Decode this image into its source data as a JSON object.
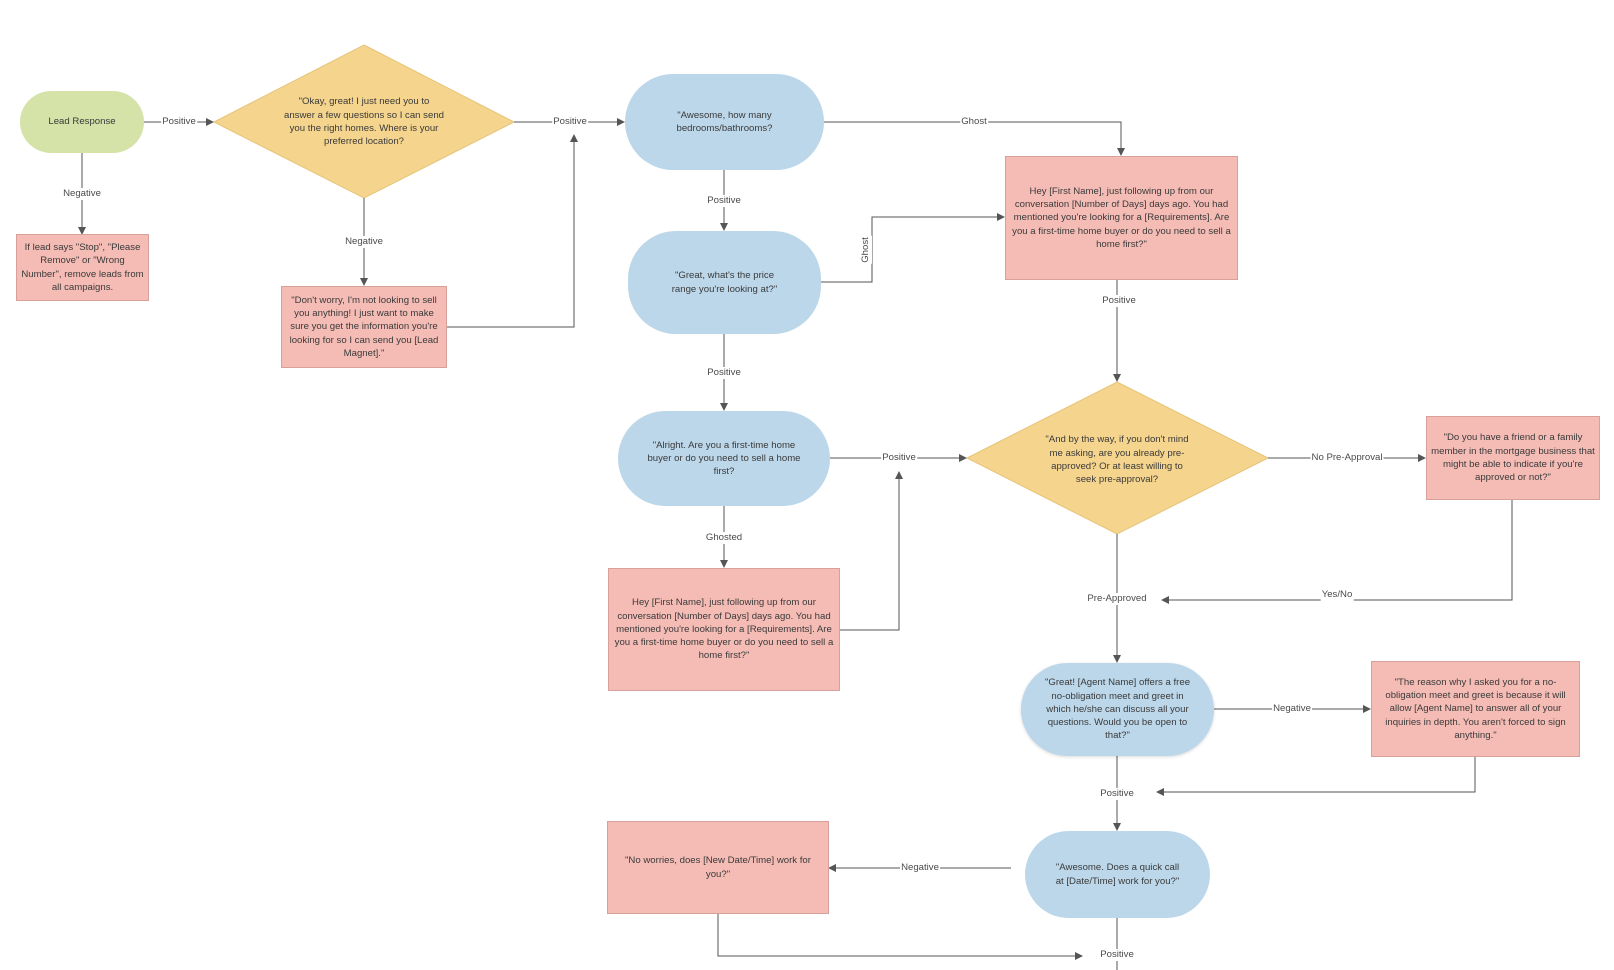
{
  "nodes": {
    "lead_response": "Lead Response",
    "stop_remove": "If lead says \"Stop\", \"Please Remove\" or \"Wrong Number\", remove leads from all campaigns.",
    "preferred_location": "\"Okay, great! I just need you to answer a few questions so I can send you the right homes. Where is your preferred location?",
    "dont_worry": "\"Don't worry, I'm not looking to sell you anything! I just want to make sure you get the information you're looking for so I can send you [Lead Magnet].\"",
    "bedrooms": "\"Awesome, how many bedrooms/bathrooms?",
    "price_range": "\"Great, what's the price range you're looking at?\"",
    "first_time_buyer": "\"Alright. Are you a first-time home buyer or do you need to sell a home first?",
    "follow_up_top": "Hey [First Name], just following up from our conversation [Number of Days] days ago. You had mentioned you're looking for a [Requirements]. Are you a first-time home buyer or do you need to sell a home first?\"",
    "follow_up_bottom": "Hey [First Name], just following up from our conversation [Number of Days] days ago. You had mentioned you're looking for a [Requirements]. Are you a first-time home buyer or do you need to sell a home first?\"",
    "pre_approved": "\"And by the way, if you don't mind me asking, are you already pre-approved? Or at least willing to seek pre-approval?",
    "friend_family": "\"Do you have a friend or a family member in the mortgage business that might be able to indicate if you're approved or not?\"",
    "meet_greet": "\"Great! [Agent Name] offers a free no-obligation meet and greet in which he/she can discuss all your questions. Would you be open to that?\"",
    "reason_why": "\"The reason why I asked you for a no-obligation meet and greet is because it will allow [Agent Name] to answer all of your inquiries in depth. You aren't forced to sign anything.\"",
    "quick_call": "\"Awesome. Does a quick call at [Date/Time] work for you?\"",
    "no_worries": "\"No worries, does [New Date/Time] work for you?\""
  },
  "edge_labels": {
    "lead_positive": "Positive",
    "lead_negative": "Negative",
    "location_positive": "Positive",
    "location_negative": "Negative",
    "bedrooms_ghost": "Ghost",
    "bedrooms_positive": "Positive",
    "price_ghost": "Ghost",
    "price_positive": "Positive",
    "buyer_positive": "Positive",
    "buyer_ghosted": "Ghosted",
    "followup_positive": "Positive",
    "no_pre_approval": "No Pre-Approval",
    "pre_approved": "Pre-Approved",
    "yes_no": "Yes/No",
    "meet_negative": "Negative",
    "meet_positive": "Positive",
    "call_negative": "Negative",
    "call_positive": "Positive"
  },
  "colors": {
    "pill": "#bcd7ea",
    "start": "#d5e2a8",
    "decision": "#f5d48e",
    "note": "#f4bcb5",
    "line": "#555555"
  }
}
